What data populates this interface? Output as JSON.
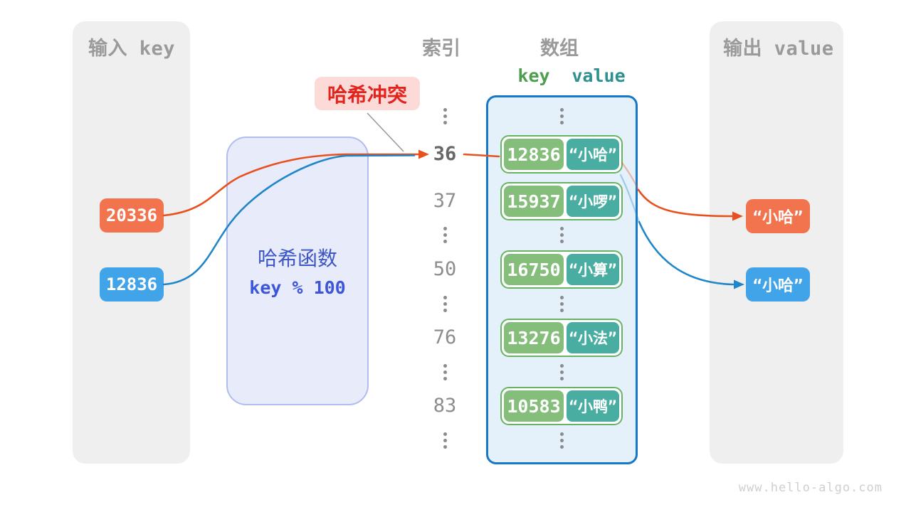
{
  "headers": {
    "input": "输入 key",
    "index": "索引",
    "array": "数组",
    "output": "输出 value",
    "key_col": "key",
    "value_col": "value"
  },
  "input_keys": [
    "20336",
    "12836"
  ],
  "hash_function": {
    "name": "哈希函数",
    "formula": "key % 100"
  },
  "collision_badge": "哈希冲突",
  "table": {
    "rows": [
      {
        "dots": true
      },
      {
        "index": "36",
        "key": "12836",
        "value": "“小哈”",
        "bold": true
      },
      {
        "index": "37",
        "key": "15937",
        "value": "“小啰”"
      },
      {
        "dots": true
      },
      {
        "index": "50",
        "key": "16750",
        "value": "“小算”"
      },
      {
        "dots": true
      },
      {
        "index": "76",
        "key": "13276",
        "value": "“小法”"
      },
      {
        "dots": true
      },
      {
        "index": "83",
        "key": "10583",
        "value": "“小鸭”"
      },
      {
        "dots": true
      }
    ]
  },
  "outputs": [
    "“小哈”",
    "“小哈”"
  ],
  "watermark": "www.hello-algo.com",
  "colors": {
    "key_orange": "#f2744f",
    "key_blue": "#41a3e8",
    "arrow_orange": "#e8511e",
    "arrow_blue": "#1f86c9",
    "entry_key_green": "#85bd7b",
    "entry_value_teal": "#49aea1",
    "entry_border_green": "#68b361",
    "array_bg": "#e4f1fb",
    "array_border": "#1778c8",
    "hash_box_bg": "#e8ebfa",
    "hash_text_blue": "#3d56c6",
    "badge_bg": "#fbdad7",
    "badge_text": "#e2241e",
    "panel_gray": "#efefef",
    "header_gray": "#9a9a9a",
    "kv_key_green": "#4d9e4f",
    "kv_value_teal": "#2f918f"
  }
}
